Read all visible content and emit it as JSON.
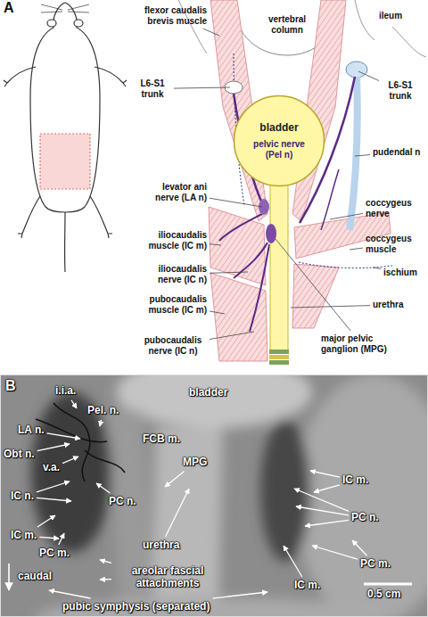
{
  "diagram": {
    "nodes": [
      {
        "text": [
          "bladder",
          "pelvic nerve (Pel n)"
        ]
      }
    ],
    "labels": [
      "A",
      "flexor caudalis brevis muscle",
      "vertebral column",
      "ileum",
      "L6-S1 trunk",
      "L6-S1 trunk",
      "pudendal n",
      "levator ani nerve (LA n)",
      "coccygeus nerve",
      "iliocaudalis muscle (IC m)",
      "coccygeus muscle",
      "ischium",
      "iliocaudalis nerve (IC n)",
      "urethra",
      "pubocaudalis muscle (IC m)",
      "pubocaudalis nerve (IC n)",
      "major pelvic ganglion (MPG)",
      "B",
      "i.i.a.",
      "bladder",
      "Pel. n.",
      "LA n.",
      "FCB m.",
      "Obt n.",
      "v.a.",
      "MPG",
      "IC n.",
      "PC n.",
      "IC m.",
      "PC n.",
      "IC m.",
      "urethra",
      "PC m.",
      "PC m.",
      "IC m.",
      "areolar fascial attachments",
      "caudal",
      "pubic symphysis (separated)",
      "0.5 cm"
    ]
  }
}
